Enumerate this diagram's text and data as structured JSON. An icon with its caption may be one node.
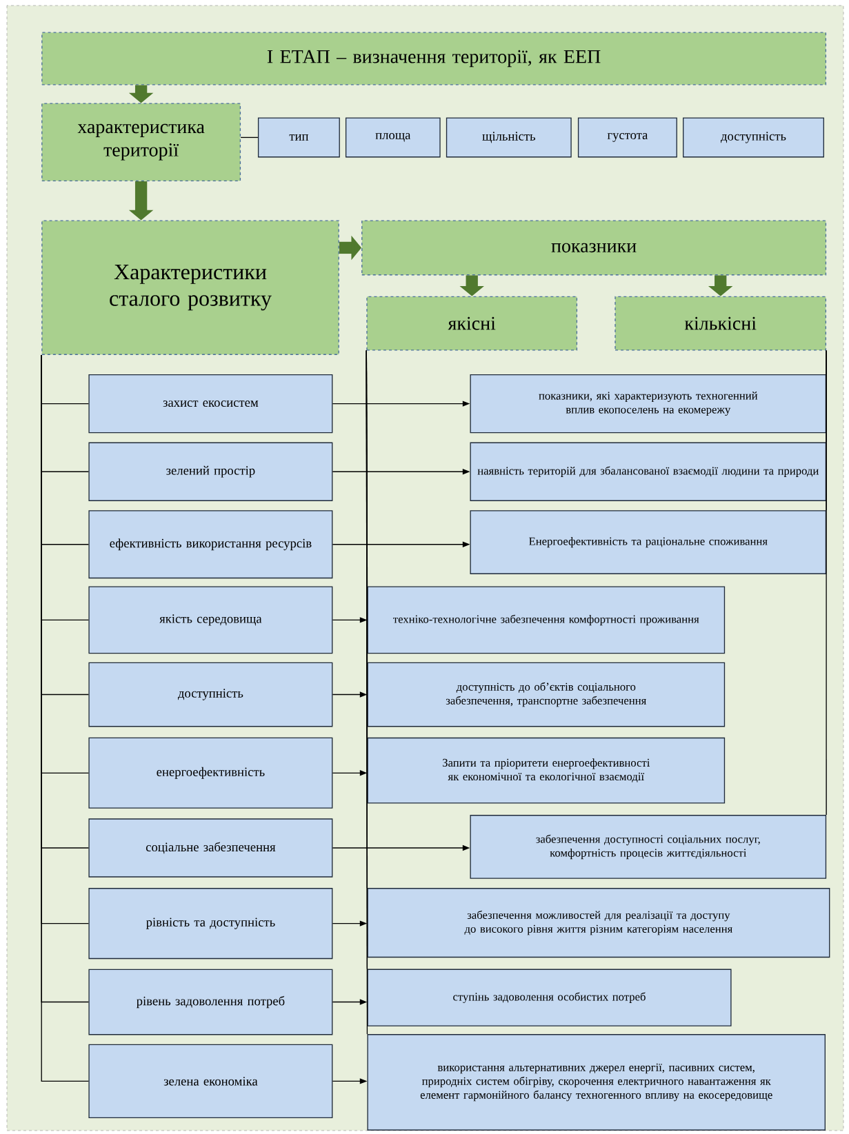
{
  "diagram": {
    "nodes": [
      {
        "text": [
          "І ЕТАП – визначення території, як ЕЕП"
        ]
      },
      {
        "text": [
          "характеристика території"
        ]
      },
      {
        "text": [
          "тип"
        ]
      },
      {
        "text": [
          "площа"
        ]
      },
      {
        "text": [
          "щільність"
        ]
      },
      {
        "text": [
          "густота"
        ]
      },
      {
        "text": [
          "доступність"
        ]
      },
      {
        "text": [
          "Характеристики сталого розвитку"
        ]
      },
      {
        "text": [
          "показники"
        ]
      },
      {
        "text": [
          "якісні"
        ]
      },
      {
        "text": [
          "кількісні"
        ]
      },
      {
        "text": [
          "захист екосистем"
        ]
      },
      {
        "text": [
          "зелений простір"
        ]
      },
      {
        "text": [
          "ефективність використання ресурсів"
        ]
      },
      {
        "text": [
          "якість середовища"
        ]
      },
      {
        "text": [
          "доступність"
        ]
      },
      {
        "text": [
          "енергоефективність"
        ]
      },
      {
        "text": [
          "соціальне забезпечення"
        ]
      },
      {
        "text": [
          "рівність та доступність"
        ]
      },
      {
        "text": [
          "рівень задоволення потреб"
        ]
      },
      {
        "text": [
          "зелена економіка"
        ]
      },
      {
        "text": [
          "показники, які характеризують техногенний вплив екопоселень на екомережу"
        ]
      },
      {
        "text": [
          "наявність територій для збалансованої взаємодії людини та природи"
        ]
      },
      {
        "text": [
          "Енергоефективність та раціональне споживання"
        ]
      },
      {
        "text": [
          "техніко-технологічне забезпечення комфортності проживання"
        ]
      },
      {
        "text": [
          "доступність до об’єктів соціального забезпечення, транспортне забезпечення"
        ]
      },
      {
        "text": [
          "Запити та пріоритети енергоефективності як економічної та екологічної взаємодії"
        ]
      },
      {
        "text": [
          "забезпечення доступності соціальних послуг, комфортність процесів життєдіяльності"
        ]
      },
      {
        "text": [
          "забезпечення можливостей для реалізації та доступу до високого рівня життя різним категоріям населення"
        ]
      },
      {
        "text": [
          "ступінь задоволення особистих потреб"
        ]
      },
      {
        "text": [
          "використання альтернативних джерел енергії, пасивних систем, природніх систем обігріву, скорочення електричного навантаження як елемент гармонійного балансу техногенного впливу на екосередовище"
        ]
      }
    ],
    "edges": [
      {
        "from": 0,
        "to": 1,
        "arrow": "to",
        "style": "thick",
        "color": "#50792e"
      },
      {
        "from": 1,
        "to": 2,
        "arrow": "none"
      },
      {
        "from": 1,
        "to": 7,
        "arrow": "to",
        "style": "thick",
        "color": "#50792e"
      },
      {
        "from": 7,
        "to": 8,
        "arrow": "to",
        "style": "thick",
        "color": "#50792e"
      },
      {
        "from": 8,
        "to": 9,
        "arrow": "to",
        "style": "thick",
        "color": "#50792e"
      },
      {
        "from": 8,
        "to": 10,
        "arrow": "to",
        "style": "thick",
        "color": "#50792e"
      },
      {
        "from": 7,
        "to": 11,
        "arrow": "none"
      },
      {
        "from": 7,
        "to": 12,
        "arrow": "none"
      },
      {
        "from": 7,
        "to": 13,
        "arrow": "none"
      },
      {
        "from": 7,
        "to": 14,
        "arrow": "none"
      },
      {
        "from": 7,
        "to": 15,
        "arrow": "none"
      },
      {
        "from": 7,
        "to": 16,
        "arrow": "none"
      },
      {
        "from": 7,
        "to": 17,
        "arrow": "none"
      },
      {
        "from": 7,
        "to": 18,
        "arrow": "none"
      },
      {
        "from": 7,
        "to": 19,
        "arrow": "none"
      },
      {
        "from": 7,
        "to": 20,
        "arrow": "none"
      },
      {
        "from": 10,
        "to": 21,
        "arrow": "none"
      },
      {
        "from": 10,
        "to": 22,
        "arrow": "none"
      },
      {
        "from": 10,
        "to": 23,
        "arrow": "none"
      },
      {
        "from": 9,
        "to": 24,
        "arrow": "none"
      },
      {
        "from": 9,
        "to": 25,
        "arrow": "none"
      },
      {
        "from": 9,
        "to": 26,
        "arrow": "none"
      },
      {
        "from": 10,
        "to": 27,
        "arrow": "none"
      },
      {
        "from": 9,
        "to": 28,
        "arrow": "none"
      },
      {
        "from": 9,
        "to": 29,
        "arrow": "none"
      },
      {
        "from": 9,
        "to": 30,
        "arrow": "none"
      },
      {
        "from": 11,
        "to": 21,
        "arrow": "to"
      },
      {
        "from": 12,
        "to": 22,
        "arrow": "to"
      },
      {
        "from": 13,
        "to": 23,
        "arrow": "to"
      },
      {
        "from": 14,
        "to": 24,
        "arrow": "to"
      },
      {
        "from": 15,
        "to": 25,
        "arrow": "to"
      },
      {
        "from": 16,
        "to": 26,
        "arrow": "to"
      },
      {
        "from": 17,
        "to": 27,
        "arrow": "to"
      },
      {
        "from": 18,
        "to": 28,
        "arrow": "to"
      },
      {
        "from": 19,
        "to": 29,
        "arrow": "to"
      },
      {
        "from": 20,
        "to": 30,
        "arrow": "to"
      }
    ]
  }
}
